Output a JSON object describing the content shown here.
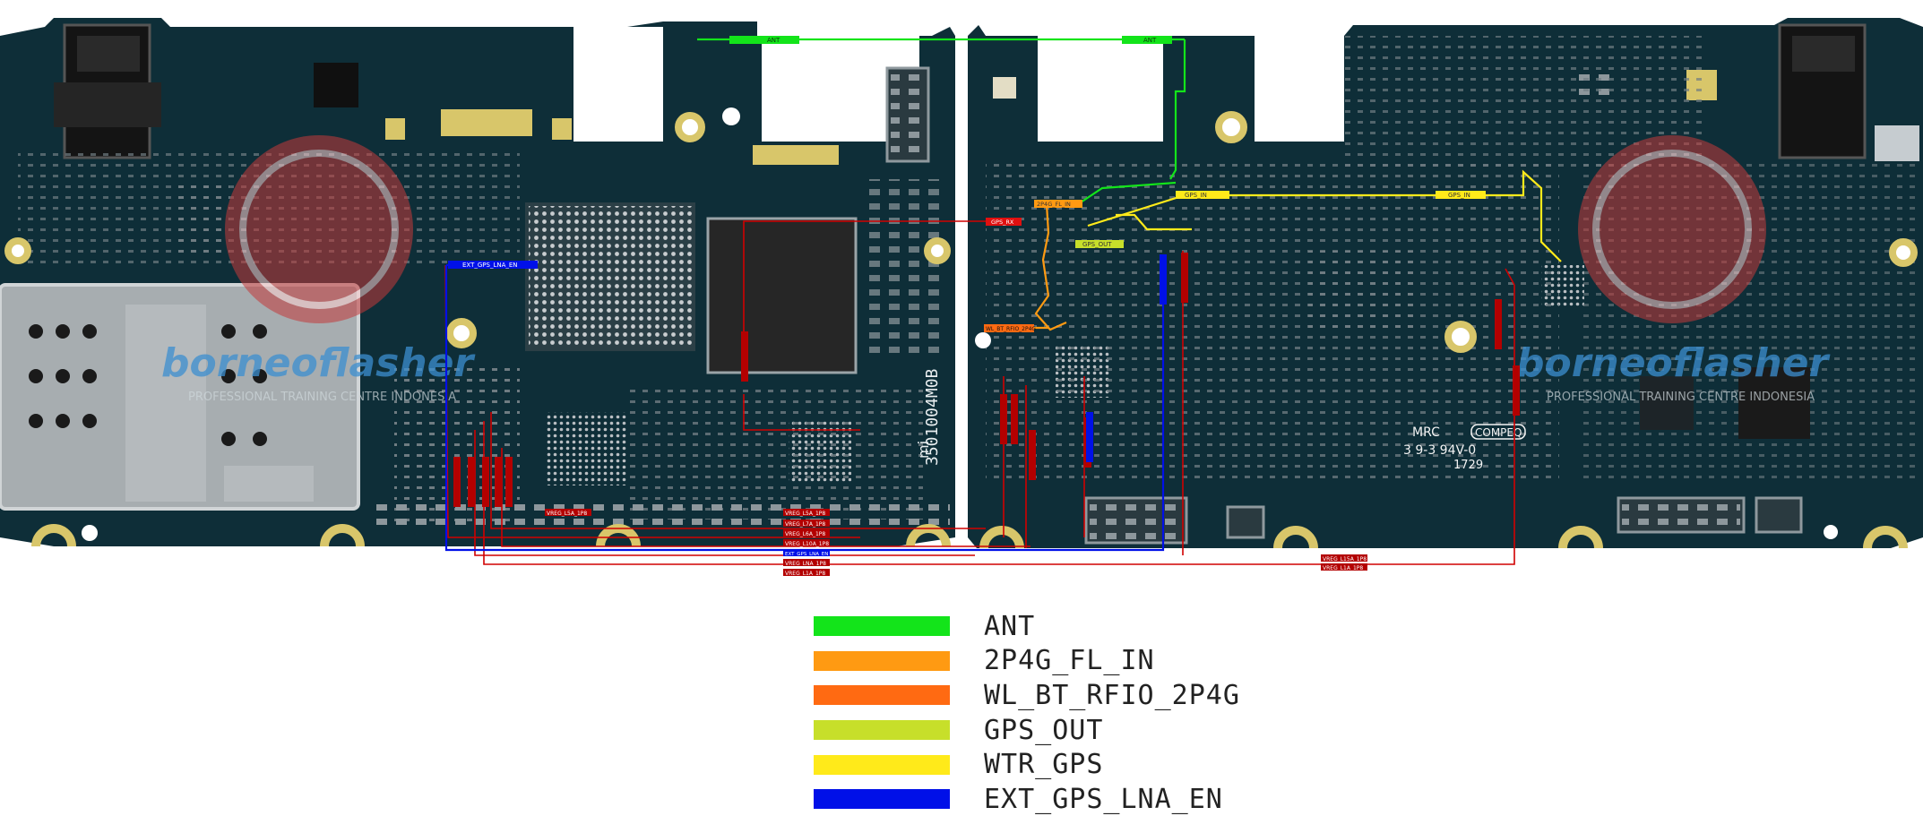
{
  "watermark": {
    "brand": "borneoflasher",
    "subtitle": "PROFESSIONAL TRAINING CENTRE INDONESIA"
  },
  "board_markings": {
    "part_id": "3501004M0B",
    "cert_line1": "MRC",
    "cert_brand": "COMPEQ",
    "cert_line2": "3  9-3  94V-0",
    "cert_code": "1729",
    "logo": "mi"
  },
  "signal_tags": {
    "ant_left": "ANT",
    "ant_right": "ANT",
    "ext_gps_lna_en": "EXT_GPS_LNA_EN",
    "gps_in_1": "GPS_IN",
    "gps_in_2": "GPS_IN",
    "gps_out": "GPS_OUT",
    "fl_in": "2P4G_FL_IN",
    "wl_bt": "WL_BT_RFIO_2P4G",
    "gps_rx": "GPS_RX",
    "vreg_l5a_1p8": "VREG_L5A_1P8",
    "vreg_l7a_1p8": "VREG_L7A_1P8",
    "vreg_l6a_1p8": "VREG_L6A_1P8",
    "vreg_l10a_1p8": "VREG_L10A_1P8",
    "vreg_lna_1p8": "VREG_LNA_1P8",
    "vreg_l1a_1p8": "VREG_L1A_1P8",
    "vreg_l15a_1p8": "VREG_L15A_1P8"
  },
  "legend": {
    "items": [
      {
        "label": "ANT",
        "color": "#13e41a"
      },
      {
        "label": "2P4G_FL_IN",
        "color": "#ff9a12"
      },
      {
        "label": "WL_BT_RFIO_2P4G",
        "color": "#ff6a12"
      },
      {
        "label": "GPS_OUT",
        "color": "#c7df2a"
      },
      {
        "label": "WTR_GPS",
        "color": "#ffea1a"
      },
      {
        "label": "EXT_GPS_LNA_EN",
        "color": "#0010e8"
      }
    ]
  },
  "colors": {
    "pcb": "#0e2e38",
    "pcb_dark": "#082229",
    "pad_gold": "#d8c66a",
    "trace_red": "#e01010",
    "trace_red_dark": "#b30000"
  }
}
